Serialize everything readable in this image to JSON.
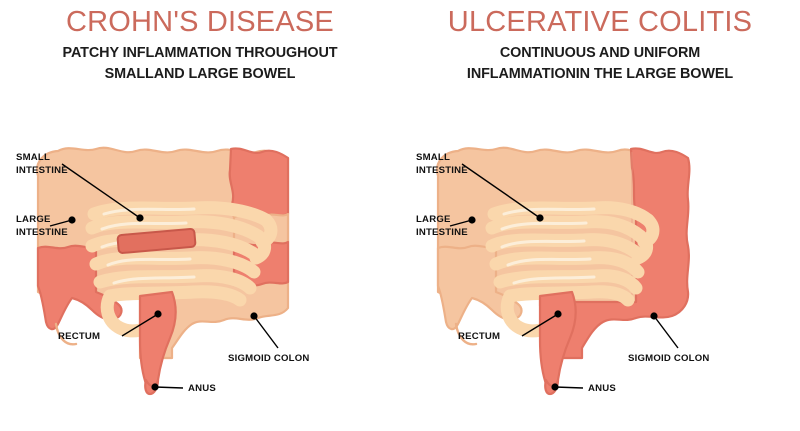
{
  "figure": {
    "kind": "medical-comparison-diagram",
    "subject": "Inflammatory bowel disease comparison",
    "background_color": "#ffffff"
  },
  "palette": {
    "title_red": "#cb6a5c",
    "subtitle_black": "#1c1c1c",
    "colon_normal_fill": "#f5c5a0",
    "colon_normal_stroke": "#edb188",
    "colon_inflamed_fill": "#ee7f6e",
    "colon_inflamed_stroke": "#e0705f",
    "small_intestine_fill": "#fad7ac",
    "small_intestine_stroke": "#f6cb97",
    "small_intestine_highlight": "#fdf0dc",
    "patch_fill": "#e2705f",
    "patch_stroke": "#c8584a",
    "leader_line": "#000000",
    "label_text": "#111111"
  },
  "panels": [
    {
      "id": "crohns",
      "title": "CROHN'S DISEASE",
      "subtitle_lines": [
        "PATCHY INFLAMMATION THROUGHOUT",
        "SMALLAND LARGE BOWEL"
      ],
      "inflammation_pattern": "patchy",
      "labels": [
        {
          "id": "small-intestine",
          "lines": [
            "SMALL",
            "INTESTINE"
          ]
        },
        {
          "id": "large-intestine",
          "lines": [
            "LARGE",
            "INTESTINE"
          ]
        },
        {
          "id": "rectum",
          "lines": [
            "RECTUM"
          ]
        },
        {
          "id": "anus",
          "lines": [
            "ANUS"
          ]
        },
        {
          "id": "sigmoid-colon",
          "lines": [
            "SIGMOID COLON"
          ]
        }
      ],
      "inflamed_regions": [
        "hepatic-flexure",
        "descending-colon-upper",
        "descending-colon-mid",
        "cecum",
        "terminal-ileum-patch",
        "small-bowel-patch",
        "rectum"
      ],
      "normal_regions": [
        "transverse-colon",
        "ascending-colon",
        "descending-colon-lower",
        "sigmoid-colon"
      ]
    },
    {
      "id": "ulcerative-colitis",
      "title": "ULCERATIVE COLITIS",
      "subtitle_lines": [
        "CONTINUOUS AND UNIFORM",
        "INFLAMMATIONIN THE LARGE BOWEL"
      ],
      "inflammation_pattern": "continuous",
      "labels": [
        {
          "id": "small-intestine",
          "lines": [
            "SMALL",
            "INTESTINE"
          ]
        },
        {
          "id": "large-intestine",
          "lines": [
            "LARGE",
            "INTESTINE"
          ]
        },
        {
          "id": "rectum",
          "lines": [
            "RECTUM"
          ]
        },
        {
          "id": "anus",
          "lines": [
            "ANUS"
          ]
        },
        {
          "id": "sigmoid-colon",
          "lines": [
            "SIGMOID COLON"
          ]
        }
      ],
      "inflamed_regions": [
        "splenic-flexure",
        "descending-colon",
        "sigmoid-colon",
        "rectum"
      ],
      "normal_regions": [
        "transverse-colon",
        "ascending-colon",
        "cecum",
        "small-intestine"
      ]
    }
  ]
}
